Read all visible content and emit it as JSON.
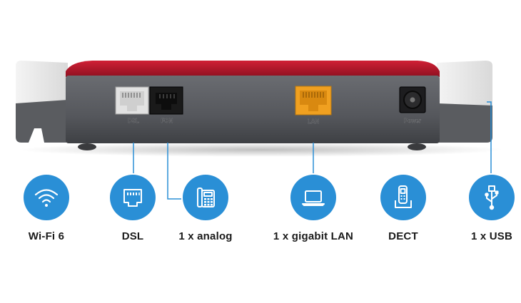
{
  "router": {
    "port_labels": {
      "dsl": "DSL",
      "fon": "FON",
      "lan": "LAN",
      "power": "Power"
    }
  },
  "features": [
    {
      "label": "Wi-Fi 6",
      "icon": "wifi-icon"
    },
    {
      "label": "DSL",
      "icon": "ethernet-port-icon"
    },
    {
      "label": "1 x analog",
      "icon": "desk-phone-icon"
    },
    {
      "label": "1 x gigabit LAN",
      "icon": "laptop-icon"
    },
    {
      "label": "DECT",
      "icon": "cordless-phone-icon"
    },
    {
      "label": "1 x USB",
      "icon": "usb-icon"
    }
  ],
  "colors": {
    "icon_circle": "#2a8fd6",
    "connector_line": "#2a8fd6",
    "router_body": "#5b5d62",
    "router_top_red": "#b0152a",
    "lan_port": "#f0a020"
  }
}
